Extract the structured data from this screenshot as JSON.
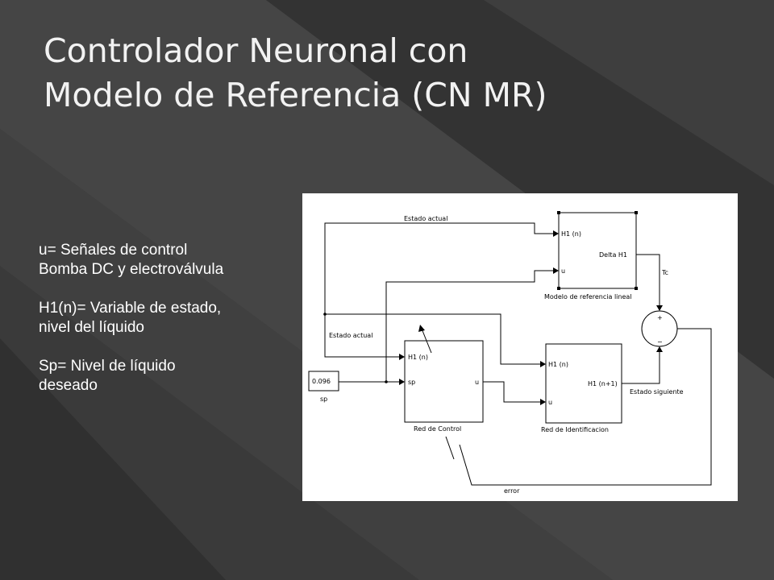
{
  "slide": {
    "title_line1": "Controlador Neuronal con",
    "title_line2": "Modelo de Referencia (CN MR)"
  },
  "legend": {
    "u_line1": "u= Señales de control",
    "u_line2": "Bomba DC y electroválvula",
    "h1_line1": "H1(n)= Variable de estado,",
    "h1_line2": "nivel del líquido",
    "sp_line1": "Sp= Nivel de líquido",
    "sp_line2": "deseado"
  },
  "diagram": {
    "blocks": {
      "reference_model": {
        "caption": "Modelo de referencia lineal",
        "input_h1": "H1 (n)",
        "input_u": "u",
        "output": "Delta H1"
      },
      "control_net": {
        "caption": "Red de Control",
        "input_h1": "H1 (n)",
        "input_sp": "sp",
        "output": "u"
      },
      "identification_net": {
        "caption": "Red de Identificacion",
        "input_h1": "H1 (n)",
        "input_u": "u",
        "output": "H1 (n+1)"
      },
      "constant": {
        "value": "0.096",
        "caption": "sp"
      },
      "sum": {
        "plus": "+",
        "minus": "−"
      }
    },
    "signals": {
      "estado_actual_top": "Estado actual",
      "estado_actual_left": "Estado actual",
      "tc": "Tc",
      "estado_siguiente": "Estado siguiente",
      "error": "error"
    }
  }
}
